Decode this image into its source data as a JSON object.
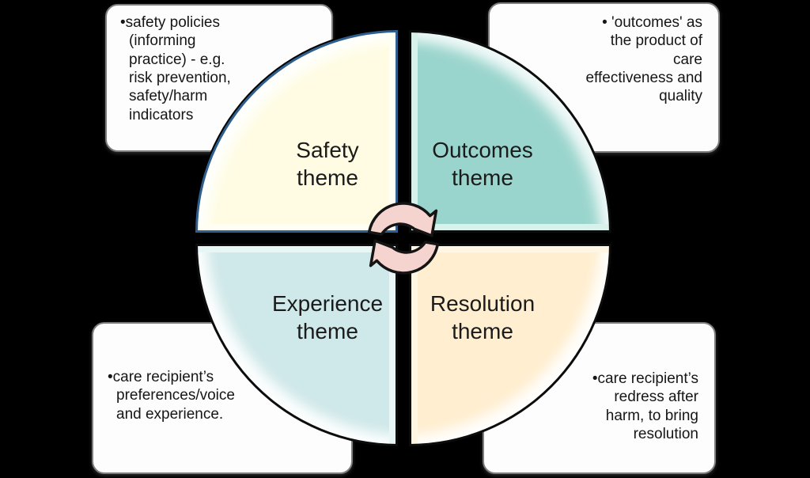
{
  "quadrants": {
    "safety": {
      "label": "Safety\ntheme",
      "fill": "#FFFCE3",
      "border": "#2D5E8C"
    },
    "outcomes": {
      "label": "Outcomes\ntheme",
      "fill": "#9AD5CD",
      "border": "#0C0C0C"
    },
    "experience": {
      "label": "Experience\ntheme",
      "fill": "#CFE8E9",
      "border": "#0C0C0C"
    },
    "resolution": {
      "label": "Resolution\ntheme",
      "fill": "#FFEECF",
      "border": "#0C0C0C"
    }
  },
  "callouts": {
    "safety_note": "•safety policies\n(informing\npractice) - e.g.\nrisk prevention,\nsafety/harm\nindicators",
    "outcomes_note": "• 'outcomes' as\nthe product of\ncare\neffectiveness and\nquality",
    "experience_note": "•care recipient’s\npreferences/voice\nand experience.",
    "resolution_note": "•care recipient’s\nredress after\nharm, to bring\nresolution"
  },
  "icons": {
    "rotation_arrows": "clockwise-rotation"
  },
  "colors": {
    "background": "#000000",
    "callout_fill": "#FDFDFD",
    "callout_border": "#7D7D7D",
    "arrow_fill": "#F5D3CE",
    "arrow_stroke": "#141414",
    "text": "#1B1B1B"
  }
}
